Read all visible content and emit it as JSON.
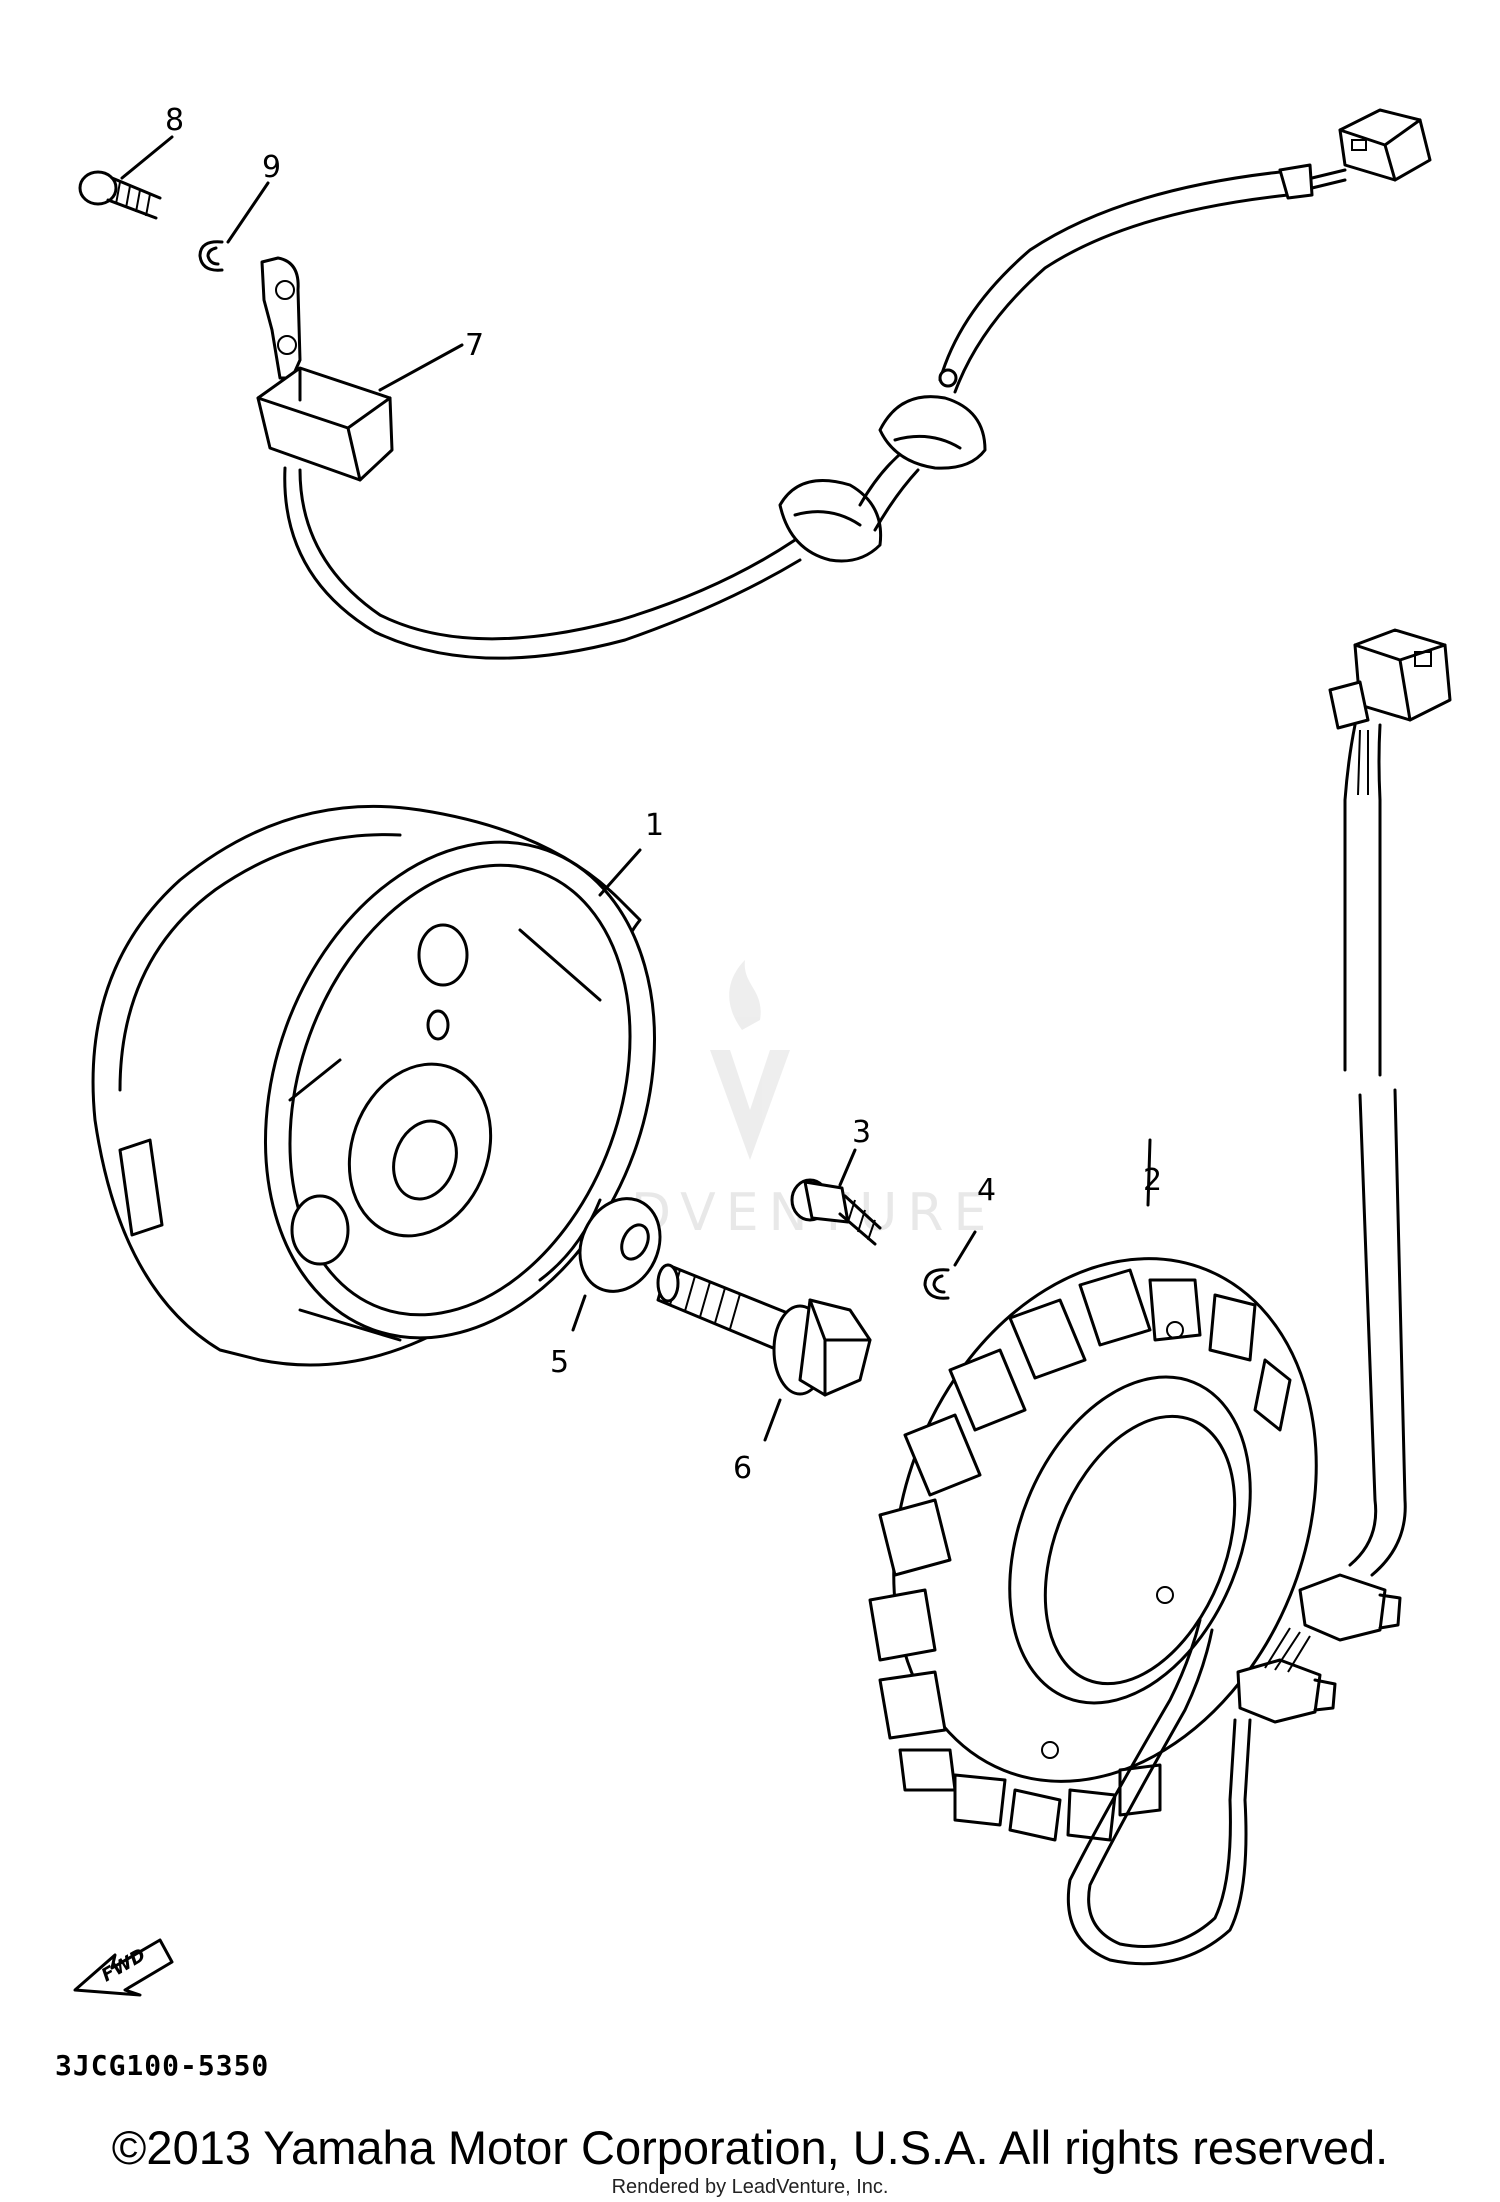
{
  "callouts": [
    {
      "id": "1",
      "label": "1"
    },
    {
      "id": "2",
      "label": "2"
    },
    {
      "id": "3",
      "label": "3"
    },
    {
      "id": "4",
      "label": "4"
    },
    {
      "id": "5",
      "label": "5"
    },
    {
      "id": "6",
      "label": "6"
    },
    {
      "id": "7",
      "label": "7"
    },
    {
      "id": "8",
      "label": "8"
    },
    {
      "id": "9",
      "label": "9"
    }
  ],
  "fwd_label": "FWD",
  "diagram_code": "3JCG100-5350",
  "copyright": "©2013 Yamaha Motor Corporation, U.S.A. All rights reserved.",
  "rendered_by": "Rendered by LeadVenture, Inc.",
  "watermark": "LEADVENTURE",
  "colors": {
    "line": "#000000",
    "background": "#ffffff",
    "watermark": "#e6e6e6"
  }
}
